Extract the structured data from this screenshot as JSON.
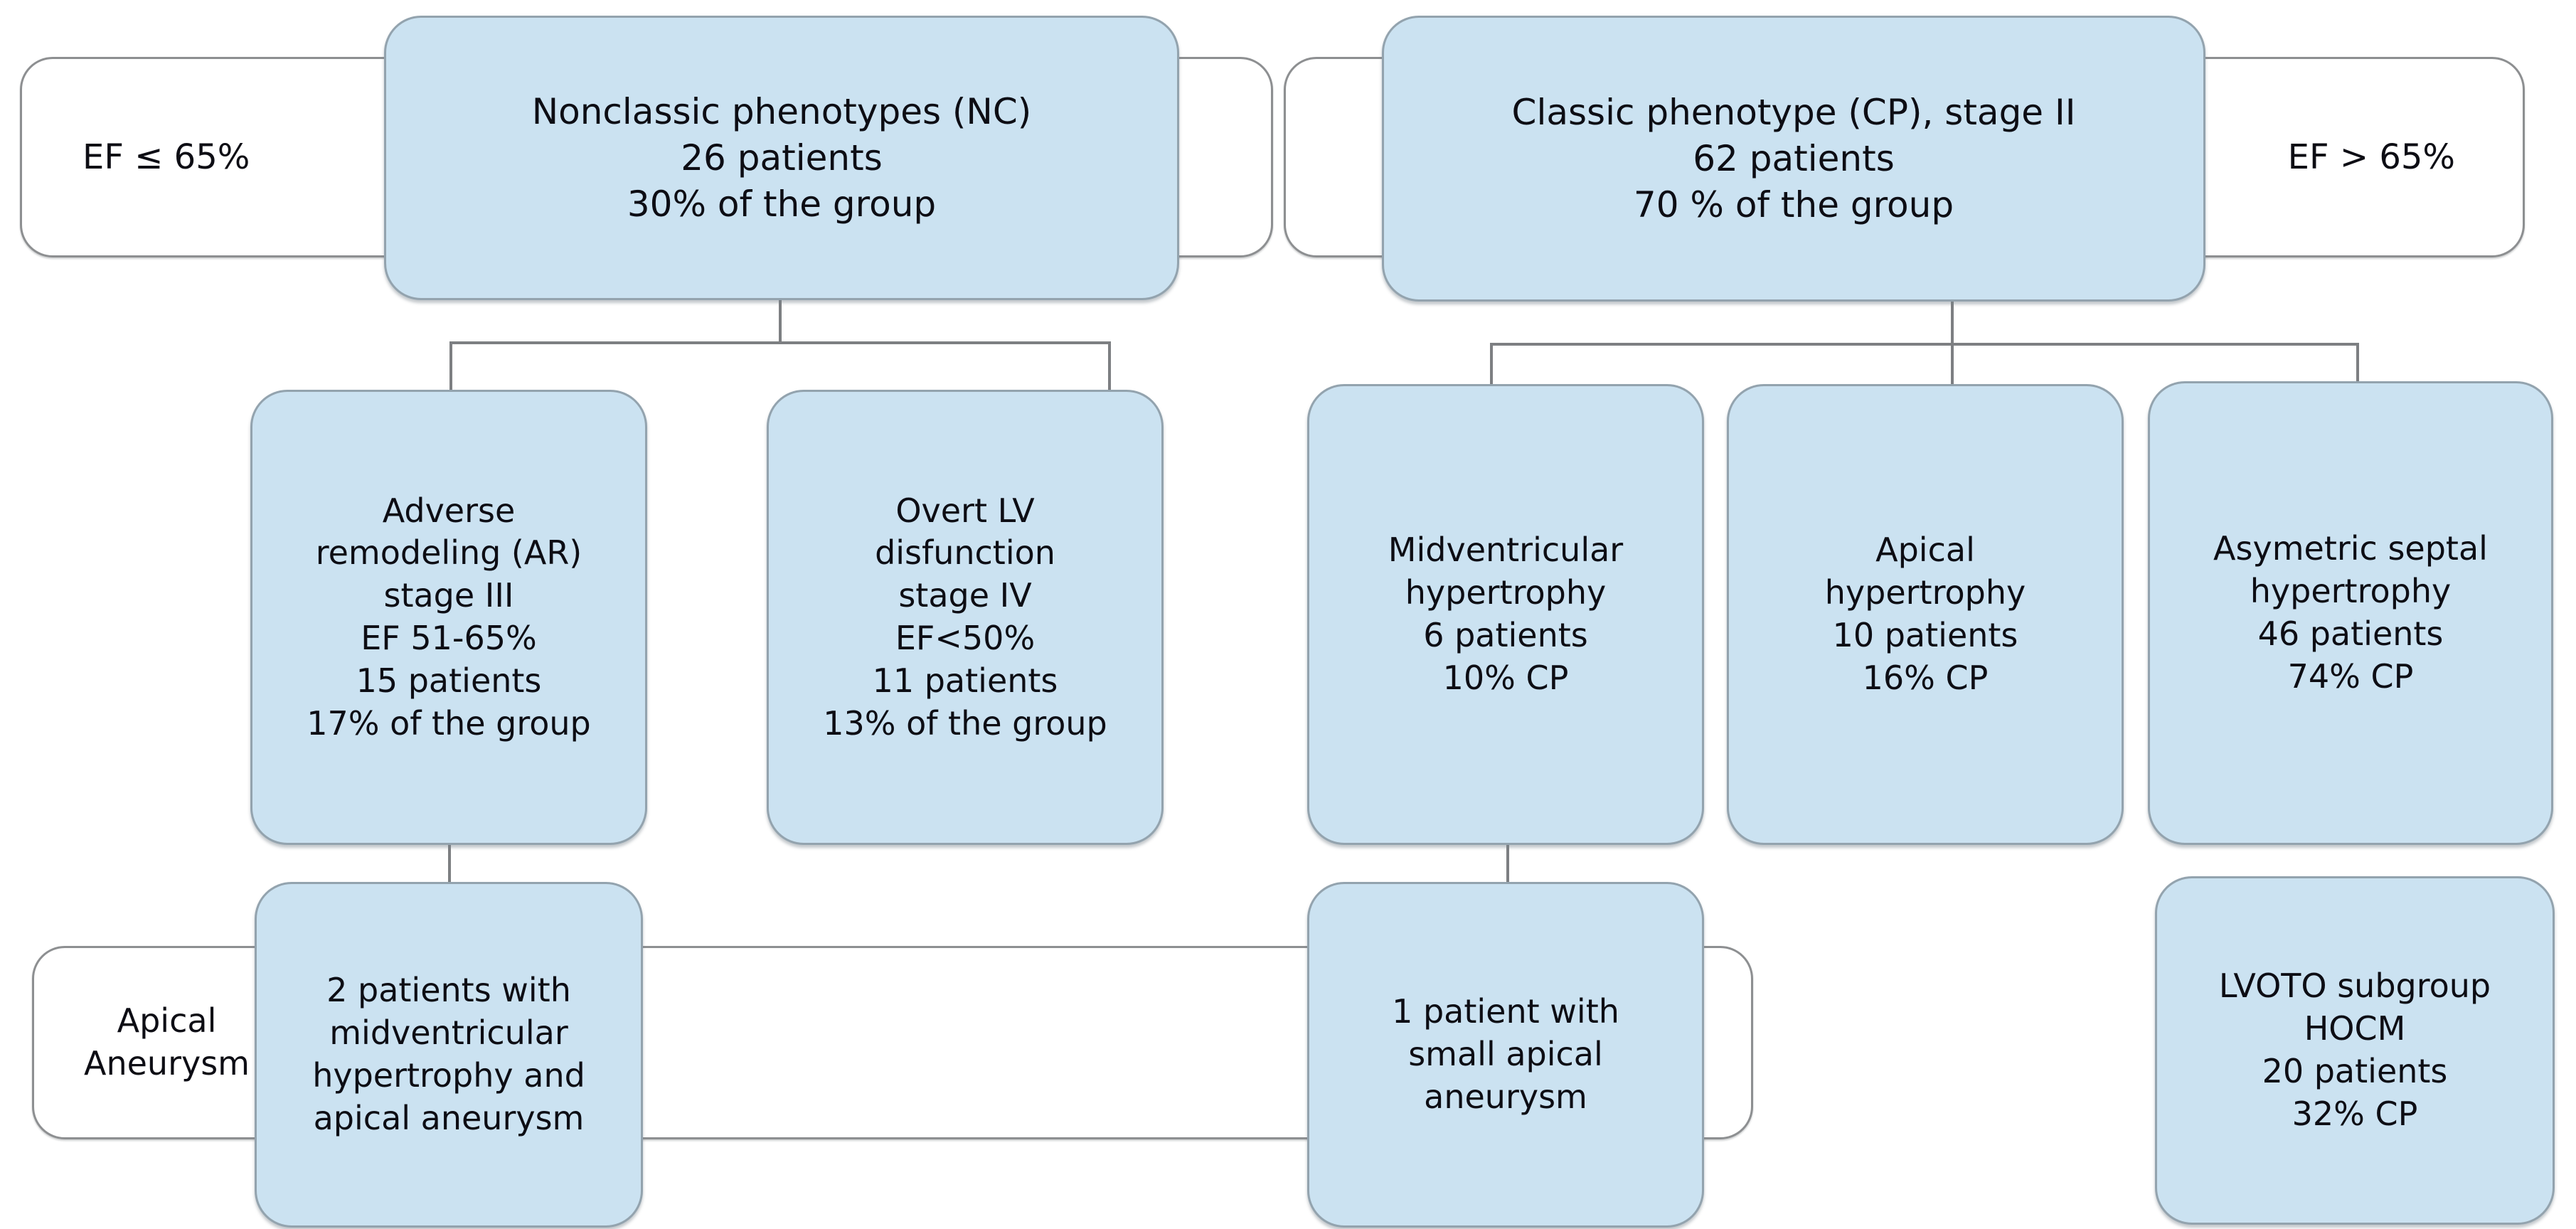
{
  "diagram": {
    "title": "Hypertrophic cardiomyopathy phenotype classification flowchart",
    "colors": {
      "node_blue_fill": "#cbe2f1",
      "node_blue_border": "#93a3ae",
      "node_white_fill": "#ffffff",
      "node_white_border": "#8d8f91",
      "connector": "#7d7f82",
      "text": "#0d0d14",
      "background": "#ffffff"
    },
    "side_labels": {
      "left_ef": "EF ≤ 65%",
      "right_ef": "EF > 65%",
      "bottom_left": "Apical\nAneurysm"
    },
    "top_row": [
      {
        "id": "nonclassic-phenotypes",
        "text": "Nonclassic phenotypes (NC)\n26 patients\n30% of the group",
        "patients": 26,
        "percent_of_group": "30%"
      },
      {
        "id": "classic-phenotype",
        "text": "Classic phenotype (CP), stage II\n62 patients\n70 % of the group",
        "patients": 62,
        "percent_of_group": "70 %"
      }
    ],
    "middle_row": [
      {
        "id": "adverse-remodeling",
        "text": "Adverse\nremodeling (AR)\nstage III\nEF 51-65%\n15 patients\n17% of the group",
        "patients": 15,
        "percent_of_group": "17%"
      },
      {
        "id": "overt-lv-disfunction",
        "text": "Overt LV\ndisfunction\nstage IV\nEF<50%\n11 patients\n13% of the group",
        "patients": 11,
        "percent_of_group": "13%"
      },
      {
        "id": "midventricular-hypertrophy",
        "text": "Midventricular\nhypertrophy\n6 patients\n10% CP",
        "patients": 6,
        "percent_of_cp": "10%"
      },
      {
        "id": "apical-hypertrophy",
        "text": "Apical\nhypertrophy\n10 patients\n16% CP",
        "patients": 10,
        "percent_of_cp": "16%"
      },
      {
        "id": "asymetric-septal-hypertrophy",
        "text": "Asymetric septal\nhypertrophy\n46 patients\n74% CP",
        "patients": 46,
        "percent_of_cp": "74%"
      }
    ],
    "bottom_row": [
      {
        "id": "two-patients-midventricular-apical-aneurysm",
        "text": "2 patients with\nmidventricular\nhypertrophy and\napical aneurysm",
        "patients": 2
      },
      {
        "id": "one-patient-small-apical-aneurysm",
        "text": "1 patient with\nsmall apical\naneurysm",
        "patients": 1
      },
      {
        "id": "lvoto-subgroup-hocm",
        "text": "LVOTO subgroup\nHOCM\n20 patients\n32% CP",
        "patients": 20,
        "percent_of_cp": "32%"
      }
    ]
  }
}
